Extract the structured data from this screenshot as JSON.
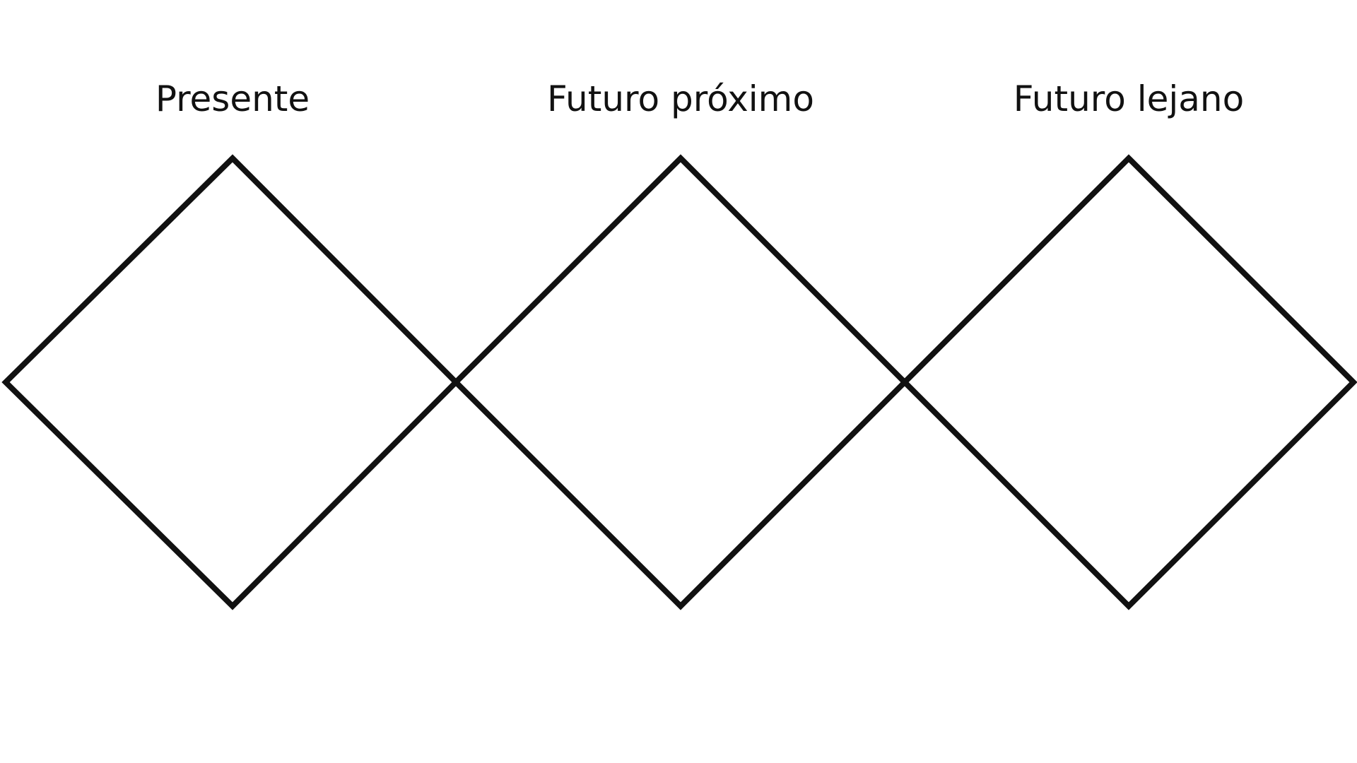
{
  "slide": {
    "stages": [
      {
        "label": "Presente"
      },
      {
        "label": "Futuro próximo"
      },
      {
        "label": "Futuro lejano"
      }
    ],
    "stroke_color": "#111111",
    "background_color": "#ffffff"
  }
}
